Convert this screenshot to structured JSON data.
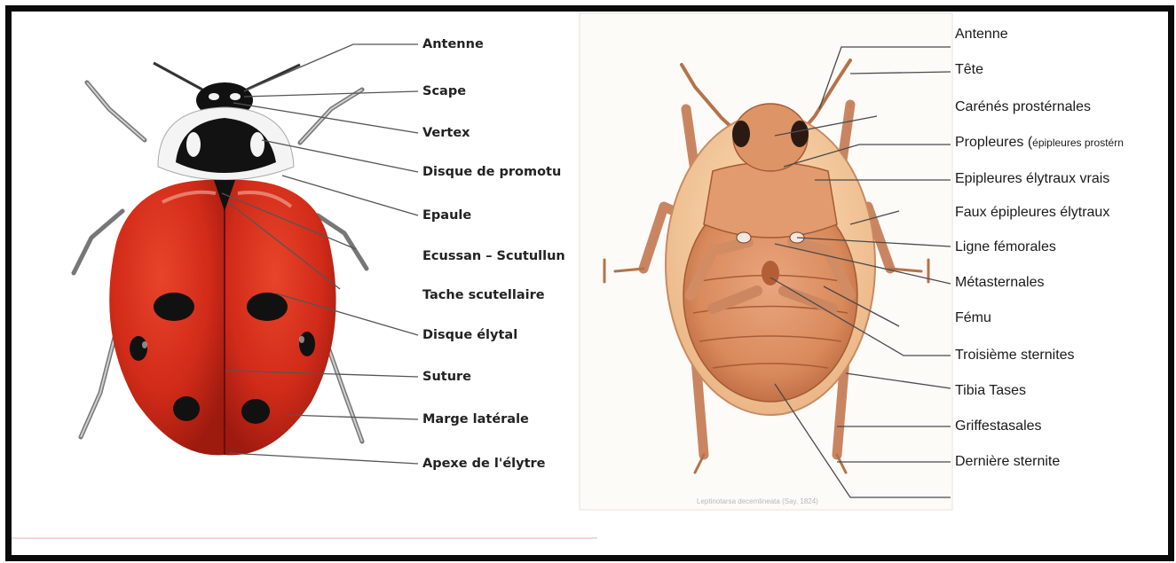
{
  "left_panel": {
    "labels": [
      "Antenne",
      "Scape",
      "Vertex",
      "Disque de promotu",
      "Epaule",
      "Ecussan – Scutullun",
      "Tache scutellaire",
      "Disque élytal",
      "Suture",
      "Marge latérale",
      "Apexe de l'élytre"
    ]
  },
  "right_panel": {
    "labels": [
      "Antenne",
      "Tête",
      "Carénés prostérnales",
      "Propleures (",
      "Epipleures élytraux vrais",
      "Faux épipleures élytraux",
      "Ligne fémorales",
      "Métasternales",
      "Fému",
      "Troisième sternites",
      "Tibia Tases",
      "Griffestasales",
      "Dernière sternite"
    ],
    "propleures_suffix": "épipleures prostérn",
    "credit": "Leptinotarsa decemlineata (Say, 1824)"
  },
  "colors": {
    "frame": "#0a0a0a",
    "ladybird_red": "#d42a1a",
    "beetle_orange": "#e8a070",
    "leader_line": "#555555"
  }
}
